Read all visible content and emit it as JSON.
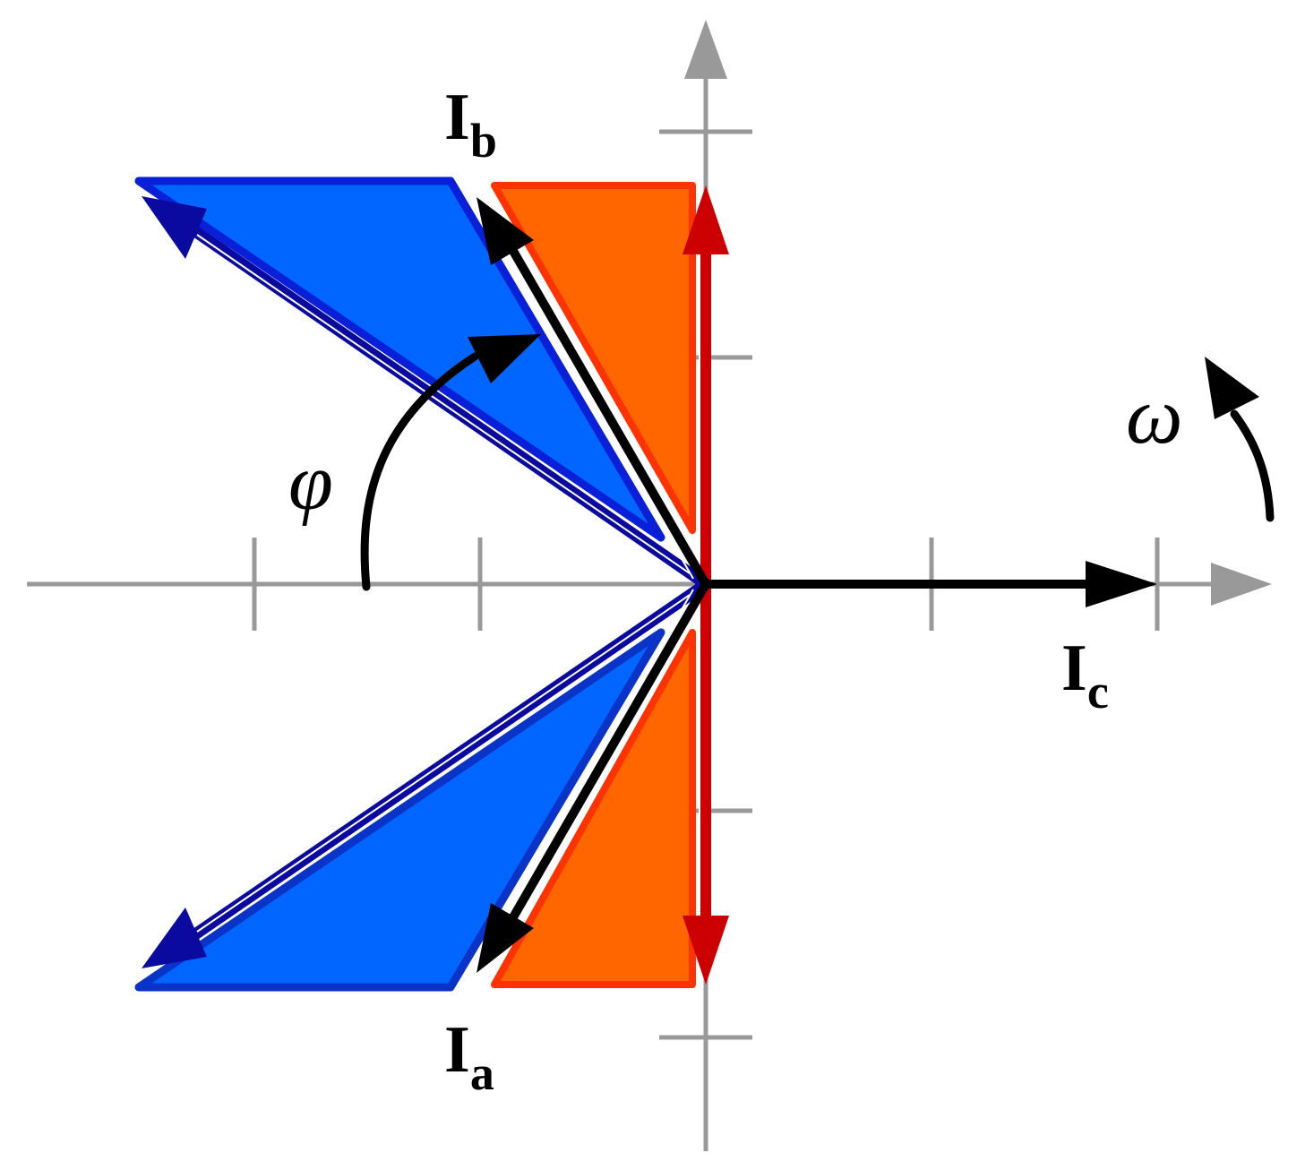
{
  "labels": {
    "ib_main": "I",
    "ib_sub": "b",
    "ia_main": "I",
    "ia_sub": "a",
    "ic_main": "I",
    "ic_sub": "c",
    "phi": "φ",
    "omega": "ω"
  },
  "colors": {
    "axis": "#999999",
    "blue_fill": "#0066ff",
    "blue_edge": "#0a1fd8",
    "dark_blue": "#0a0aa0",
    "orange_fill": "#ff6600",
    "orange_edge": "#ff3300",
    "red": "#cc0000",
    "black": "#000000"
  },
  "icons": {
    "phi_arc": "curved-arrow",
    "omega_arc": "rotation-arrow"
  }
}
